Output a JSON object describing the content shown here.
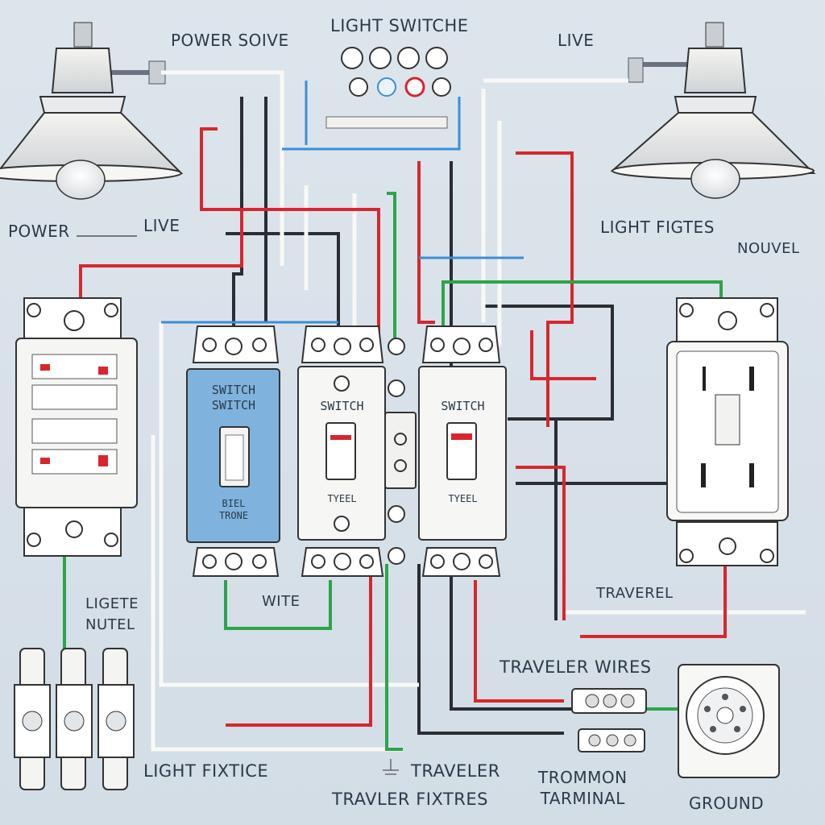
{
  "labels": {
    "power_source": "POWER SOIVE",
    "light_switche": "LIGHT SWITCHE",
    "live_top": "LIVE",
    "power": "POWER",
    "live_left": "LIVE",
    "light_figtes": "LIGHT FIGTES",
    "nouvel": "NOUVEL",
    "ligete_nutel": "LIGETE\nNUTEL",
    "wite": "WITE",
    "traverel": "TRAVEREL",
    "traveler_wires": "TRAVELER WIRES",
    "light_fixtice": "LIGHT FIXTICE",
    "traveler": "TRAVELER",
    "travler_fixtres": "TRAVLER FIXTRES",
    "trommon_tarminal": "TROMMON\nTARMINAL",
    "ground": "GROUND"
  },
  "switches": [
    {
      "title": "SWITCH\nSWITCH",
      "sub": "BIEL\nTRONE"
    },
    {
      "title": "SWITCH",
      "sub": "TYEEL"
    },
    {
      "title": "SWITCH",
      "sub": "TYEEL"
    }
  ],
  "colors": {
    "hot": "#d8262e",
    "neutral": "#f4f4f2",
    "ground": "#2ea44a",
    "black": "#2a2d33",
    "blue": "#3b8fd6",
    "switch_blue": "#7fb3dd"
  }
}
